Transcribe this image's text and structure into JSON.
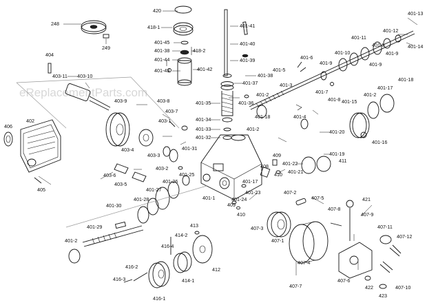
{
  "watermark": "eReplacementParts.com",
  "labels": [
    {
      "id": "c248",
      "text": "248"
    },
    {
      "id": "c249",
      "text": "249"
    },
    {
      "id": "c420",
      "text": "420"
    },
    {
      "id": "c418_1",
      "text": "418-1"
    },
    {
      "id": "c401_45",
      "text": "401-45"
    },
    {
      "id": "c401_38a",
      "text": "401-38"
    },
    {
      "id": "c418_2",
      "text": "418-2"
    },
    {
      "id": "c401_44",
      "text": "401-44"
    },
    {
      "id": "c401_43",
      "text": "401-43"
    },
    {
      "id": "c401_42",
      "text": "401-42"
    },
    {
      "id": "c401_41",
      "text": "401-41"
    },
    {
      "id": "c401_40",
      "text": "401-40"
    },
    {
      "id": "c401_39",
      "text": "401-39"
    },
    {
      "id": "c401_38b",
      "text": "401-38"
    },
    {
      "id": "c401_37",
      "text": "401-37"
    },
    {
      "id": "c401_36",
      "text": "401-36"
    },
    {
      "id": "c401_35",
      "text": "401-35"
    },
    {
      "id": "c401_34",
      "text": "401-34"
    },
    {
      "id": "c401_33",
      "text": "401-33"
    },
    {
      "id": "c401_32",
      "text": "401-32"
    },
    {
      "id": "c401_13",
      "text": "401-13"
    },
    {
      "id": "c401_12",
      "text": "401-12"
    },
    {
      "id": "c401_14",
      "text": "401-14"
    },
    {
      "id": "c401_11",
      "text": "401-11"
    },
    {
      "id": "c401_9a",
      "text": "401-9"
    },
    {
      "id": "c401_9b",
      "text": "401-9"
    },
    {
      "id": "c401_9c",
      "text": "401-9"
    },
    {
      "id": "c401_10",
      "text": "401-10"
    },
    {
      "id": "c401_6",
      "text": "401-6"
    },
    {
      "id": "c401_9d",
      "text": "401-9"
    },
    {
      "id": "c401_7",
      "text": "401-7"
    },
    {
      "id": "c401_8",
      "text": "401-8"
    },
    {
      "id": "c401_5",
      "text": "401-5"
    },
    {
      "id": "c401_3",
      "text": "401-3"
    },
    {
      "id": "c401_2a",
      "text": "401-2"
    },
    {
      "id": "c401_4",
      "text": "401-4"
    },
    {
      "id": "c401_18a",
      "text": "401-18"
    },
    {
      "id": "c401_18b",
      "text": "401-18"
    },
    {
      "id": "c401_17a",
      "text": "401-17"
    },
    {
      "id": "c401_2b",
      "text": "401-2"
    },
    {
      "id": "c401_15",
      "text": "401-15"
    },
    {
      "id": "c401_16",
      "text": "401-16"
    },
    {
      "id": "c401_20",
      "text": "401-20"
    },
    {
      "id": "c401_2c",
      "text": "401-2"
    },
    {
      "id": "c401_19",
      "text": "401-19"
    },
    {
      "id": "c401_22",
      "text": "401-22"
    },
    {
      "id": "c401_21",
      "text": "401-21"
    },
    {
      "id": "c411",
      "text": "411"
    },
    {
      "id": "c409a",
      "text": "409"
    },
    {
      "id": "c410a",
      "text": "410"
    },
    {
      "id": "c408",
      "text": "408"
    },
    {
      "id": "c401_17b",
      "text": "401-17"
    },
    {
      "id": "c401_23",
      "text": "401-23"
    },
    {
      "id": "c401_24",
      "text": "401-24"
    },
    {
      "id": "c404",
      "text": "404"
    },
    {
      "id": "c403_11",
      "text": "403-11"
    },
    {
      "id": "c403_10",
      "text": "403-10"
    },
    {
      "id": "c403_9",
      "text": "403-9"
    },
    {
      "id": "c403_8",
      "text": "403-8"
    },
    {
      "id": "c403_7",
      "text": "403-7"
    },
    {
      "id": "c403_1",
      "text": "403-1"
    },
    {
      "id": "c401_31",
      "text": "401-31"
    },
    {
      "id": "c406",
      "text": "406"
    },
    {
      "id": "c402",
      "text": "402"
    },
    {
      "id": "c403_4",
      "text": "403-4"
    },
    {
      "id": "c403_3",
      "text": "403-3"
    },
    {
      "id": "c403_2",
      "text": "403-2"
    },
    {
      "id": "c403_6",
      "text": "403-6"
    },
    {
      "id": "c403_5",
      "text": "403-5"
    },
    {
      "id": "c405",
      "text": "405"
    },
    {
      "id": "c401_25",
      "text": "401-25"
    },
    {
      "id": "c401_26",
      "text": "401-26"
    },
    {
      "id": "c401_27",
      "text": "401-27"
    },
    {
      "id": "c401_1",
      "text": "401-1"
    },
    {
      "id": "c401_28",
      "text": "401-28"
    },
    {
      "id": "c401_30",
      "text": "401-30"
    },
    {
      "id": "c401_29",
      "text": "401-29"
    },
    {
      "id": "c401_2d",
      "text": "401-2"
    },
    {
      "id": "c407_2",
      "text": "407-2"
    },
    {
      "id": "c407_5",
      "text": "407-5"
    },
    {
      "id": "c421",
      "text": "421"
    },
    {
      "id": "c409b",
      "text": "409"
    },
    {
      "id": "c410b",
      "text": "410"
    },
    {
      "id": "c407_8",
      "text": "407-8"
    },
    {
      "id": "c407_9",
      "text": "407-9"
    },
    {
      "id": "c407_3",
      "text": "407-3"
    },
    {
      "id": "c407_1",
      "text": "407-1"
    },
    {
      "id": "c407_11",
      "text": "407-11"
    },
    {
      "id": "c407_12",
      "text": "407-12"
    },
    {
      "id": "c413",
      "text": "413"
    },
    {
      "id": "c414_2",
      "text": "414-2"
    },
    {
      "id": "c416_4",
      "text": "416-4"
    },
    {
      "id": "c412",
      "text": "412"
    },
    {
      "id": "c407_4",
      "text": "407-4"
    },
    {
      "id": "c416_2",
      "text": "416-2"
    },
    {
      "id": "c416_3",
      "text": "416-3"
    },
    {
      "id": "c414_1",
      "text": "414-1"
    },
    {
      "id": "c416_1",
      "text": "416-1"
    },
    {
      "id": "c407_6",
      "text": "407-6"
    },
    {
      "id": "c407_7",
      "text": "407-7"
    },
    {
      "id": "c422",
      "text": "422"
    },
    {
      "id": "c423",
      "text": "423"
    },
    {
      "id": "c407_10",
      "text": "407-10"
    }
  ]
}
